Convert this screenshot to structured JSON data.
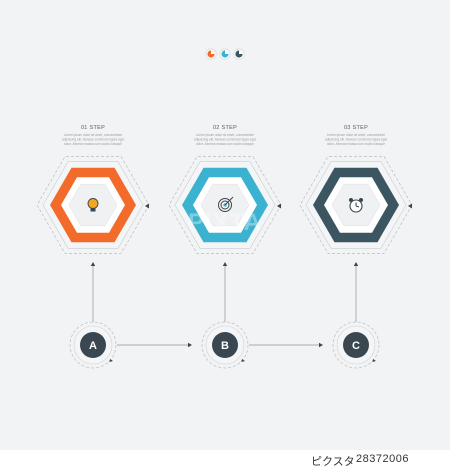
{
  "header_dots": [
    {
      "icon": "half-pie-dot-icon",
      "color": "#f26b2b"
    },
    {
      "icon": "half-pie-dot-icon",
      "color": "#3bb2cf"
    },
    {
      "icon": "half-pie-dot-icon",
      "color": "#3b5561"
    }
  ],
  "steps": [
    {
      "title": "01 STEP",
      "desc": [
        "Lorem ipsum dolor sit amet, consectetuer",
        "adipiscing elit. Aenean commodo ligula eget",
        "dolor. Aenean massa cum sociis natoque"
      ],
      "color": "#f26b2b",
      "icon": "lightbulb-icon",
      "letter": "A"
    },
    {
      "title": "02 STEP",
      "desc": [
        "Lorem ipsum dolor sit amet, consectetuer",
        "adipiscing elit. Aenean commodo ligula eget",
        "dolor. Aenean massa cum sociis natoque"
      ],
      "color": "#3bb2cf",
      "icon": "target-icon",
      "letter": "B"
    },
    {
      "title": "03 STEP",
      "desc": [
        "Lorem ipsum dolor sit amet, consectetuer",
        "adipiscing elit. Aenean commodo ligula eget",
        "dolor. Aenean massa cum sociis natoque"
      ],
      "color": "#3b5561",
      "icon": "alarm-clock-icon",
      "letter": "C"
    }
  ],
  "node_color": "#3a4750",
  "watermark": "PIXTA",
  "footer": {
    "brand": "ピクスタ",
    "id": "28372006"
  }
}
